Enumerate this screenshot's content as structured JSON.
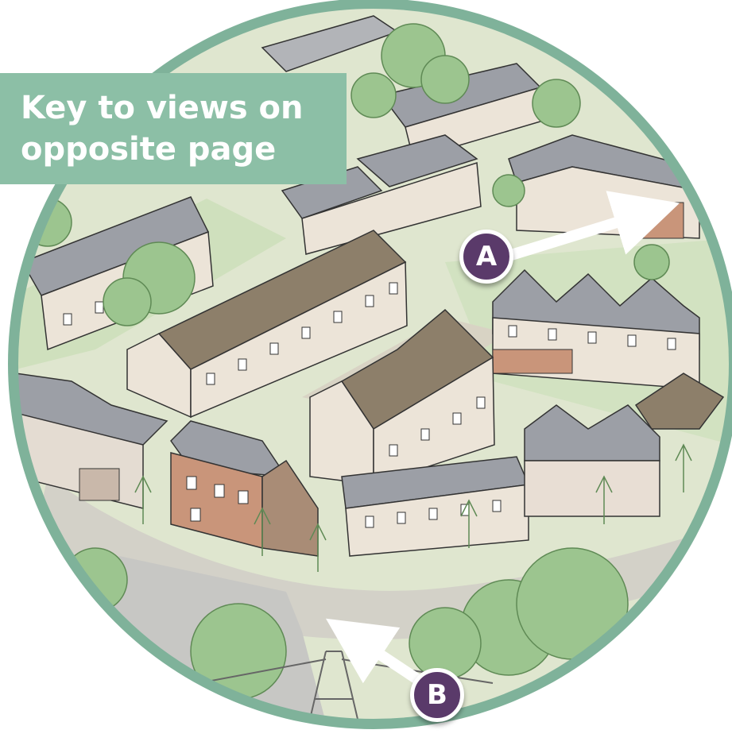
{
  "key_label": {
    "line1": "Key to views on",
    "line2": "opposite page"
  },
  "markers": [
    {
      "label": "A"
    },
    {
      "label": "B"
    }
  ],
  "colors": {
    "frame_ring": "#7fb29a",
    "key_box": "#8cbfa6",
    "marker_fill": "#5a3a6a",
    "roof_grey": "#9c9fa6",
    "roof_brown": "#8d7f6a",
    "wall_cream": "#ece4d8",
    "brick": "#c9957a",
    "greenery": "#9cc58f",
    "road": "#c7c7c4"
  }
}
